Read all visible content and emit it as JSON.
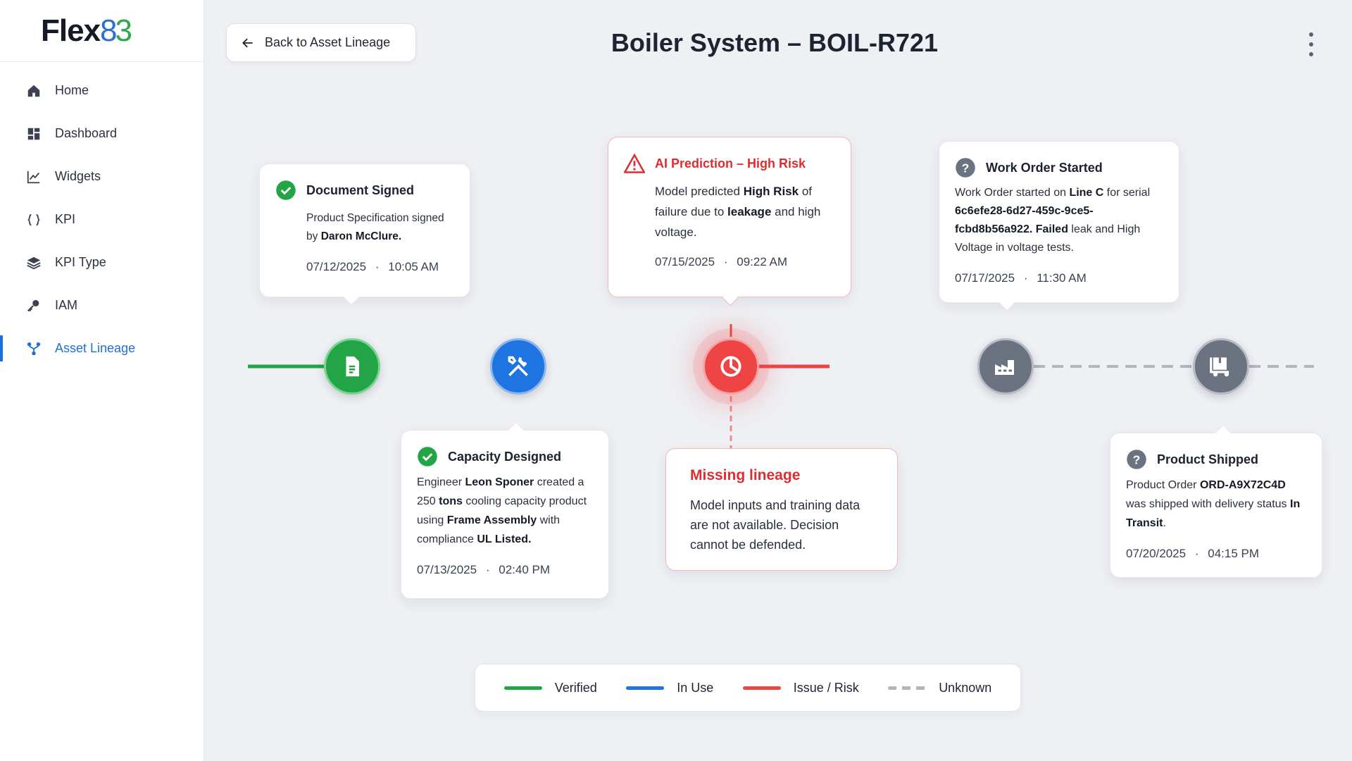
{
  "app": {
    "logo_main": "Flex",
    "logo_num1": "8",
    "logo_num2": "3"
  },
  "sidebar": {
    "items": [
      {
        "label": "Home",
        "icon": "home-icon"
      },
      {
        "label": "Dashboard",
        "icon": "dashboard-icon"
      },
      {
        "label": "Widgets",
        "icon": "chart-line-icon"
      },
      {
        "label": "KPI",
        "icon": "braces-icon"
      },
      {
        "label": "KPI Type",
        "icon": "layers-icon"
      },
      {
        "label": "IAM",
        "icon": "key-icon"
      },
      {
        "label": "Asset Lineage",
        "icon": "lineage-icon",
        "active": true
      }
    ]
  },
  "header": {
    "back_label": "Back to Asset Lineage",
    "title": "Boiler System – BOIL-R721"
  },
  "events": {
    "document_signed": {
      "title": "Document Signed",
      "body_pre": "Product Specification signed by ",
      "body_bold": "Daron McClure.",
      "date": "07/12/2025",
      "time": "10:05 AM"
    },
    "capacity_designed": {
      "title": "Capacity Designed",
      "t1": "Engineer ",
      "b1": "Leon Sponer",
      "t2": " created a 250 ",
      "b2": "tons",
      "t3": " cooling capacity product using ",
      "b3": "Frame Assembly",
      "t4": " with compliance ",
      "b4": "UL Listed.",
      "date": "07/13/2025",
      "time": "02:40 PM"
    },
    "ai_prediction": {
      "title": "AI Prediction – High Risk",
      "t1": "Model predicted ",
      "b1": "High Risk",
      "t2": " of failure due to ",
      "b2": "leakage",
      "t3": " and high voltage.",
      "date": "07/15/2025",
      "time": "09:22 AM"
    },
    "missing_lineage": {
      "title": "Missing lineage",
      "body": "Model inputs and training data are not available. Decision cannot be defended."
    },
    "work_order": {
      "title": "Work Order Started",
      "t1": "Work Order started on ",
      "b1": "Line C",
      "t2": " for serial ",
      "b2": "6c6efe28-6d27-459c-9ce5-fcbd8b56a922.",
      "t3": " ",
      "b3": "Failed",
      "t4": " leak and High Voltage in voltage tests.",
      "date": "07/17/2025",
      "time": "11:30 AM"
    },
    "product_shipped": {
      "title": "Product Shipped",
      "t1": "Product Order ",
      "b1": "ORD-A9X72C4D",
      "t2": " was shipped with delivery status ",
      "b2": "In Transit",
      "t3": ".",
      "date": "07/20/2025",
      "time": "04:15 PM"
    }
  },
  "date_separator": "·",
  "legend": {
    "items": [
      {
        "label": "Verified",
        "color": "#22a447"
      },
      {
        "label": "In Use",
        "color": "#1e74e0"
      },
      {
        "label": "Issue / Risk",
        "color": "#ef4444"
      },
      {
        "label": "Unknown",
        "color": "#b0b5be"
      }
    ]
  },
  "colors": {
    "verified": "#22a447",
    "in_use": "#1e74e0",
    "risk": "#ef4444",
    "unknown": "#b0b5be",
    "accent": "#1f6fd8"
  }
}
